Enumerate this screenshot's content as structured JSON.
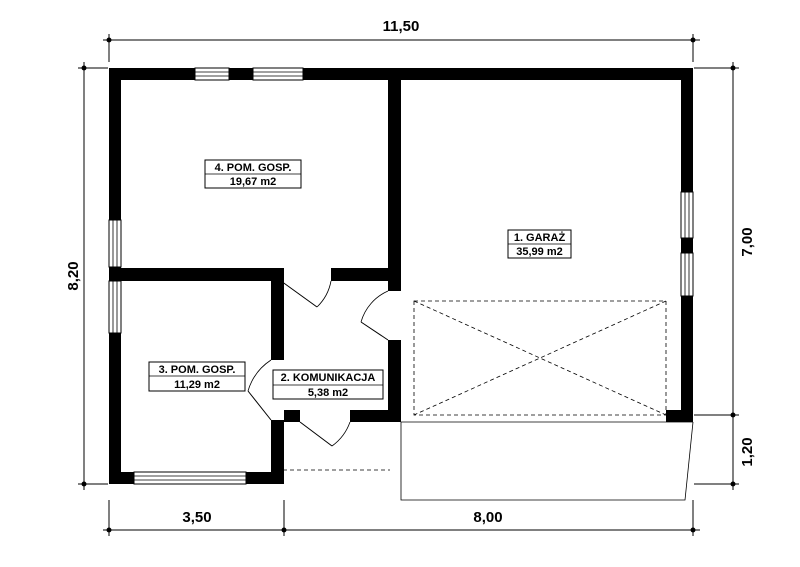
{
  "dimensions": {
    "total_width": "11,50",
    "total_depth": "8,20",
    "garage_depth": "7,00",
    "canopy_depth": "1,20",
    "left_width": "3,50",
    "right_width": "8,00"
  },
  "rooms": [
    {
      "name": "1. GARAŻ",
      "area": "35,99 m2"
    },
    {
      "name": "2. KOMUNIKACJA",
      "area": "5,38 m2"
    },
    {
      "name": "3. POM. GOSP.",
      "area": "11,29 m2"
    },
    {
      "name": "4. POM. GOSP.",
      "area": "19,67 m2"
    }
  ]
}
